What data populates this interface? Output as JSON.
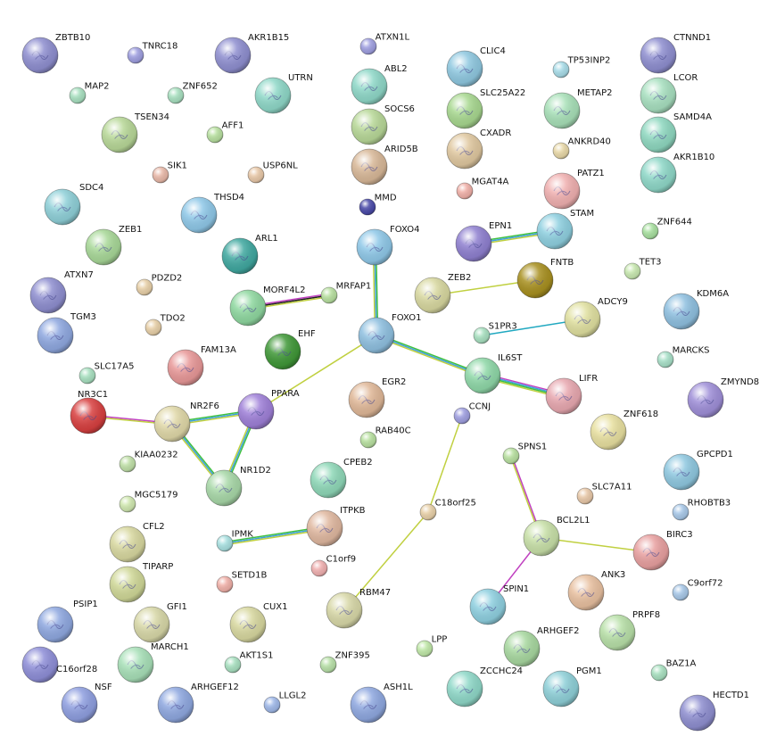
{
  "nodes": [
    {
      "id": "ZBTB10",
      "label": "ZBTB10",
      "color": "#8f8fd0",
      "size": "l"
    },
    {
      "id": "TNRC18",
      "label": "TNRC18",
      "color": "#9f9fe0",
      "size": "s"
    },
    {
      "id": "AKR1B15",
      "label": "AKR1B15",
      "color": "#8f8fd0",
      "size": "l"
    },
    {
      "id": "ATXN1L",
      "label": "ATXN1L",
      "color": "#9f9fe0",
      "size": "s"
    },
    {
      "id": "CLIC4",
      "label": "CLIC4",
      "color": "#8fc8e0",
      "size": "l"
    },
    {
      "id": "TP53INP2",
      "label": "TP53INP2",
      "color": "#a8dce8",
      "size": "s"
    },
    {
      "id": "CTNND1",
      "label": "CTNND1",
      "color": "#8f8fd0",
      "size": "l"
    },
    {
      "id": "MAP2",
      "label": "MAP2",
      "color": "#a8e0c0",
      "size": "s"
    },
    {
      "id": "ZNF652",
      "label": "ZNF652",
      "color": "#a8e0c0",
      "size": "s"
    },
    {
      "id": "UTRN",
      "label": "UTRN",
      "color": "#8fd8c8",
      "size": "l"
    },
    {
      "id": "ABL2",
      "label": "ABL2",
      "color": "#8fd8c8",
      "size": "l"
    },
    {
      "id": "SLC25A22",
      "label": "SLC25A22",
      "color": "#a8d890",
      "size": "l"
    },
    {
      "id": "METAP2",
      "label": "METAP2",
      "color": "#a8e0b8",
      "size": "l"
    },
    {
      "id": "LCOR",
      "label": "LCOR",
      "color": "#a8e0c0",
      "size": "l"
    },
    {
      "id": "TSEN34",
      "label": "TSEN34",
      "color": "#b8d898",
      "size": "l"
    },
    {
      "id": "AFF1",
      "label": "AFF1",
      "color": "#b8e0a0",
      "size": "s"
    },
    {
      "id": "SOCS6",
      "label": "SOCS6",
      "color": "#b8d898",
      "size": "l"
    },
    {
      "id": "ARID5B",
      "label": "ARID5B",
      "color": "#d8b898",
      "size": "l"
    },
    {
      "id": "CXADR",
      "label": "CXADR",
      "color": "#e0c8a0",
      "size": "l"
    },
    {
      "id": "ANKRD40",
      "label": "ANKRD40",
      "color": "#e8d8a8",
      "size": "s"
    },
    {
      "id": "SAMD4A",
      "label": "SAMD4A",
      "color": "#8fd8c0",
      "size": "l"
    },
    {
      "id": "SIK1",
      "label": "SIK1",
      "color": "#e8b8a8",
      "size": "s"
    },
    {
      "id": "USP6NL",
      "label": "USP6NL",
      "color": "#e8c8a8",
      "size": "s"
    },
    {
      "id": "AKR1B10",
      "label": "AKR1B10",
      "color": "#8fd8c8",
      "size": "l"
    },
    {
      "id": "SDC4",
      "label": "SDC4",
      "color": "#8fd0d8",
      "size": "l"
    },
    {
      "id": "THSD4",
      "label": "THSD4",
      "color": "#8fc8e8",
      "size": "l"
    },
    {
      "id": "MMD",
      "label": "MMD",
      "color": "#4a4aa8",
      "size": "s"
    },
    {
      "id": "MGAT4A",
      "label": "MGAT4A",
      "color": "#f0b0a8",
      "size": "s"
    },
    {
      "id": "PATZ1",
      "label": "PATZ1",
      "color": "#f0b0b0",
      "size": "l"
    },
    {
      "id": "ZEB1",
      "label": "ZEB1",
      "color": "#a8d898",
      "size": "l"
    },
    {
      "id": "ARL1",
      "label": "ARL1",
      "color": "#40a8a0",
      "size": "l"
    },
    {
      "id": "FOXO4",
      "label": "FOXO4",
      "color": "#8fc8e8",
      "size": "l"
    },
    {
      "id": "EPN1",
      "label": "EPN1",
      "color": "#8f80d0",
      "size": "l"
    },
    {
      "id": "STAM",
      "label": "STAM",
      "color": "#8fd0e0",
      "size": "l"
    },
    {
      "id": "ZNF644",
      "label": "ZNF644",
      "color": "#a8e0a0",
      "size": "s"
    },
    {
      "id": "ATXN7",
      "label": "ATXN7",
      "color": "#8f8fd0",
      "size": "l"
    },
    {
      "id": "PDZD2",
      "label": "PDZD2",
      "color": "#e8d0a8",
      "size": "s"
    },
    {
      "id": "MORF4L2",
      "label": "MORF4L2",
      "color": "#8fd8a0",
      "size": "l"
    },
    {
      "id": "MRFAP1",
      "label": "MRFAP1",
      "color": "#b8e0a0",
      "size": "s"
    },
    {
      "id": "ZEB2",
      "label": "ZEB2",
      "color": "#d8d8a0",
      "size": "l"
    },
    {
      "id": "FNTB",
      "label": "FNTB",
      "color": "#a89020",
      "size": "l"
    },
    {
      "id": "TET3",
      "label": "TET3",
      "color": "#c8e8b0",
      "size": "s"
    },
    {
      "id": "KDM6A",
      "label": "KDM6A",
      "color": "#8fc0e0",
      "size": "l"
    },
    {
      "id": "TGM3",
      "label": "TGM3",
      "color": "#8fa8e0",
      "size": "l"
    },
    {
      "id": "TDO2",
      "label": "TDO2",
      "color": "#e8d0a8",
      "size": "s"
    },
    {
      "id": "EHF",
      "label": "EHF",
      "color": "#409838",
      "size": "l"
    },
    {
      "id": "FOXO1",
      "label": "FOXO1",
      "color": "#8fc0e0",
      "size": "l"
    },
    {
      "id": "ADCY9",
      "label": "ADCY9",
      "color": "#e0e0a0",
      "size": "l"
    },
    {
      "id": "S1PR3",
      "label": "S1PR3",
      "color": "#a8e0c0",
      "size": "s"
    },
    {
      "id": "FAM13A",
      "label": "FAM13A",
      "color": "#e89898",
      "size": "l"
    },
    {
      "id": "MARCKS",
      "label": "MARCKS",
      "color": "#a8e0c8",
      "size": "s"
    },
    {
      "id": "SLC17A5",
      "label": "SLC17A5",
      "color": "#a8e0c0",
      "size": "s"
    },
    {
      "id": "IL6ST",
      "label": "IL6ST",
      "color": "#8fd8a8",
      "size": "l"
    },
    {
      "id": "LIFR",
      "label": "LIFR",
      "color": "#e8a8b0",
      "size": "l"
    },
    {
      "id": "ZMYND8",
      "label": "ZMYND8",
      "color": "#9f8fd8",
      "size": "l"
    },
    {
      "id": "NR3C1",
      "label": "NR3C1",
      "color": "#d84040",
      "size": "l"
    },
    {
      "id": "NR2F6",
      "label": "NR2F6",
      "color": "#e0d8a8",
      "size": "l"
    },
    {
      "id": "PPARA",
      "label": "PPARA",
      "color": "#9f80d8",
      "size": "l"
    },
    {
      "id": "EGR2",
      "label": "EGR2",
      "color": "#e0b898",
      "size": "l"
    },
    {
      "id": "CCNJ",
      "label": "CCNJ",
      "color": "#9f9fe0",
      "size": "s"
    },
    {
      "id": "ZNF618",
      "label": "ZNF618",
      "color": "#e8e0a0",
      "size": "l"
    },
    {
      "id": "RAB40C",
      "label": "RAB40C",
      "color": "#b8e0a0",
      "size": "s"
    },
    {
      "id": "KIAA0232",
      "label": "KIAA0232",
      "color": "#c0e0a8",
      "size": "s"
    },
    {
      "id": "SPNS1",
      "label": "SPNS1",
      "color": "#b8e0a0",
      "size": "s"
    },
    {
      "id": "GPCPD1",
      "label": "GPCPD1",
      "color": "#8fc8e0",
      "size": "l"
    },
    {
      "id": "CPEB2",
      "label": "CPEB2",
      "color": "#8fd8b8",
      "size": "l"
    },
    {
      "id": "NR1D2",
      "label": "NR1D2",
      "color": "#a8d8a8",
      "size": "l"
    },
    {
      "id": "SLC7A11",
      "label": "SLC7A11",
      "color": "#e8c8a8",
      "size": "s"
    },
    {
      "id": "MGC5179",
      "label": "MGC5179",
      "color": "#d0e8b0",
      "size": "s"
    },
    {
      "id": "C18orf25",
      "label": "C18orf25",
      "color": "#e8d0a8",
      "size": "s"
    },
    {
      "id": "RHOBTB3",
      "label": "RHOBTB3",
      "color": "#a8c8e8",
      "size": "s"
    },
    {
      "id": "CFL2",
      "label": "CFL2",
      "color": "#d8d8a0",
      "size": "l"
    },
    {
      "id": "IPMK",
      "label": "IPMK",
      "color": "#a8e0e0",
      "size": "s"
    },
    {
      "id": "ITPKB",
      "label": "ITPKB",
      "color": "#e0b8a0",
      "size": "l"
    },
    {
      "id": "BCL2L1",
      "label": "BCL2L1",
      "color": "#c8e0a8",
      "size": "l"
    },
    {
      "id": "BIRC3",
      "label": "BIRC3",
      "color": "#e8a0a0",
      "size": "l"
    },
    {
      "id": "TIPARP",
      "label": "TIPARP",
      "color": "#d0d898",
      "size": "l"
    },
    {
      "id": "SETD1B",
      "label": "SETD1B",
      "color": "#f0b0a8",
      "size": "s"
    },
    {
      "id": "C1orf9",
      "label": "C1orf9",
      "color": "#f0b0b0",
      "size": "s"
    },
    {
      "id": "RBM47",
      "label": "RBM47",
      "color": "#d8d8a8",
      "size": "l"
    },
    {
      "id": "ANK3",
      "label": "ANK3",
      "color": "#e8c0a0",
      "size": "l"
    },
    {
      "id": "C9orf72",
      "label": "C9orf72",
      "color": "#a8c8e8",
      "size": "s"
    },
    {
      "id": "SPIN1",
      "label": "SPIN1",
      "color": "#8fd0e0",
      "size": "l"
    },
    {
      "id": "PSIP1",
      "label": "PSIP1",
      "color": "#8fa8e0",
      "size": "l"
    },
    {
      "id": "GFI1",
      "label": "GFI1",
      "color": "#d8d8a8",
      "size": "l"
    },
    {
      "id": "CUX1",
      "label": "CUX1",
      "color": "#d8d8a0",
      "size": "l"
    },
    {
      "id": "PRPF8",
      "label": "PRPF8",
      "color": "#b8e0a8",
      "size": "l"
    },
    {
      "id": "C16orf28",
      "label": "C16orf28",
      "color": "#8f8fd8",
      "size": "l"
    },
    {
      "id": "MARCH1",
      "label": "MARCH1",
      "color": "#a8e0b8",
      "size": "l"
    },
    {
      "id": "AKT1S1",
      "label": "AKT1S1",
      "color": "#a8e0c0",
      "size": "s"
    },
    {
      "id": "ZNF395",
      "label": "ZNF395",
      "color": "#b8e0a8",
      "size": "s"
    },
    {
      "id": "LPP",
      "label": "LPP",
      "color": "#c0e8a8",
      "size": "s"
    },
    {
      "id": "ARHGEF2",
      "label": "ARHGEF2",
      "color": "#a8d8a0",
      "size": "l"
    },
    {
      "id": "BAZ1A",
      "label": "BAZ1A",
      "color": "#a8e0c0",
      "size": "s"
    },
    {
      "id": "NSF",
      "label": "NSF",
      "color": "#8f9fe0",
      "size": "l"
    },
    {
      "id": "ARHGEF12",
      "label": "ARHGEF12",
      "color": "#8fa8e0",
      "size": "l"
    },
    {
      "id": "LLGL2",
      "label": "LLGL2",
      "color": "#9fb8e8",
      "size": "s"
    },
    {
      "id": "ASH1L",
      "label": "ASH1L",
      "color": "#8fa8e0",
      "size": "l"
    },
    {
      "id": "ZCCHC24",
      "label": "ZCCHC24",
      "color": "#8fd8c8",
      "size": "l"
    },
    {
      "id": "PGM1",
      "label": "PGM1",
      "color": "#8fd0d8",
      "size": "l"
    },
    {
      "id": "HECTD1",
      "label": "HECTD1",
      "color": "#8f8fd0",
      "size": "l"
    }
  ],
  "edges": [
    {
      "source": "FOXO4",
      "target": "FOXO1",
      "colors": [
        "#40c040",
        "#3fa0e0",
        "#c0d040"
      ]
    },
    {
      "source": "MORF4L2",
      "target": "MRFAP1",
      "colors": [
        "#c040c0",
        "#202020",
        "#c0d040"
      ]
    },
    {
      "source": "EPN1",
      "target": "STAM",
      "colors": [
        "#40c040",
        "#3fa0e0",
        "#c0d040"
      ]
    },
    {
      "source": "ZEB2",
      "target": "FNTB",
      "colors": [
        "#c0d040"
      ]
    },
    {
      "source": "FOXO1",
      "target": "PPARA",
      "colors": [
        "#c0d040"
      ]
    },
    {
      "source": "FOXO1",
      "target": "IL6ST",
      "colors": [
        "#40c040",
        "#3fa0e0",
        "#c0d040"
      ]
    },
    {
      "source": "S1PR3",
      "target": "ADCY9",
      "colors": [
        "#20a8c0"
      ]
    },
    {
      "source": "IL6ST",
      "target": "LIFR",
      "colors": [
        "#c040c0",
        "#3fa0e0",
        "#40c040",
        "#c0d040"
      ]
    },
    {
      "source": "NR3C1",
      "target": "NR2F6",
      "colors": [
        "#c040c0",
        "#c0d040"
      ]
    },
    {
      "source": "NR2F6",
      "target": "PPARA",
      "colors": [
        "#40c040",
        "#3fa0e0",
        "#c0d040"
      ]
    },
    {
      "source": "NR2F6",
      "target": "NR1D2",
      "colors": [
        "#40c040",
        "#3fa0e0",
        "#c0d040"
      ]
    },
    {
      "source": "PPARA",
      "target": "NR1D2",
      "colors": [
        "#40c040",
        "#3fa0e0",
        "#c0d040"
      ]
    },
    {
      "source": "IPMK",
      "target": "ITPKB",
      "colors": [
        "#40c040",
        "#3fa0e0",
        "#c0d040"
      ]
    },
    {
      "source": "CCNJ",
      "target": "C18orf25",
      "colors": [
        "#c0d040"
      ]
    },
    {
      "source": "C18orf25",
      "target": "RBM47",
      "colors": [
        "#c0d040"
      ]
    },
    {
      "source": "SPNS1",
      "target": "BCL2L1",
      "colors": [
        "#c040c0",
        "#c0d040"
      ]
    },
    {
      "source": "BCL2L1",
      "target": "BIRC3",
      "colors": [
        "#c0d040"
      ]
    },
    {
      "source": "BCL2L1",
      "target": "SPIN1",
      "colors": [
        "#c040c0"
      ]
    }
  ]
}
